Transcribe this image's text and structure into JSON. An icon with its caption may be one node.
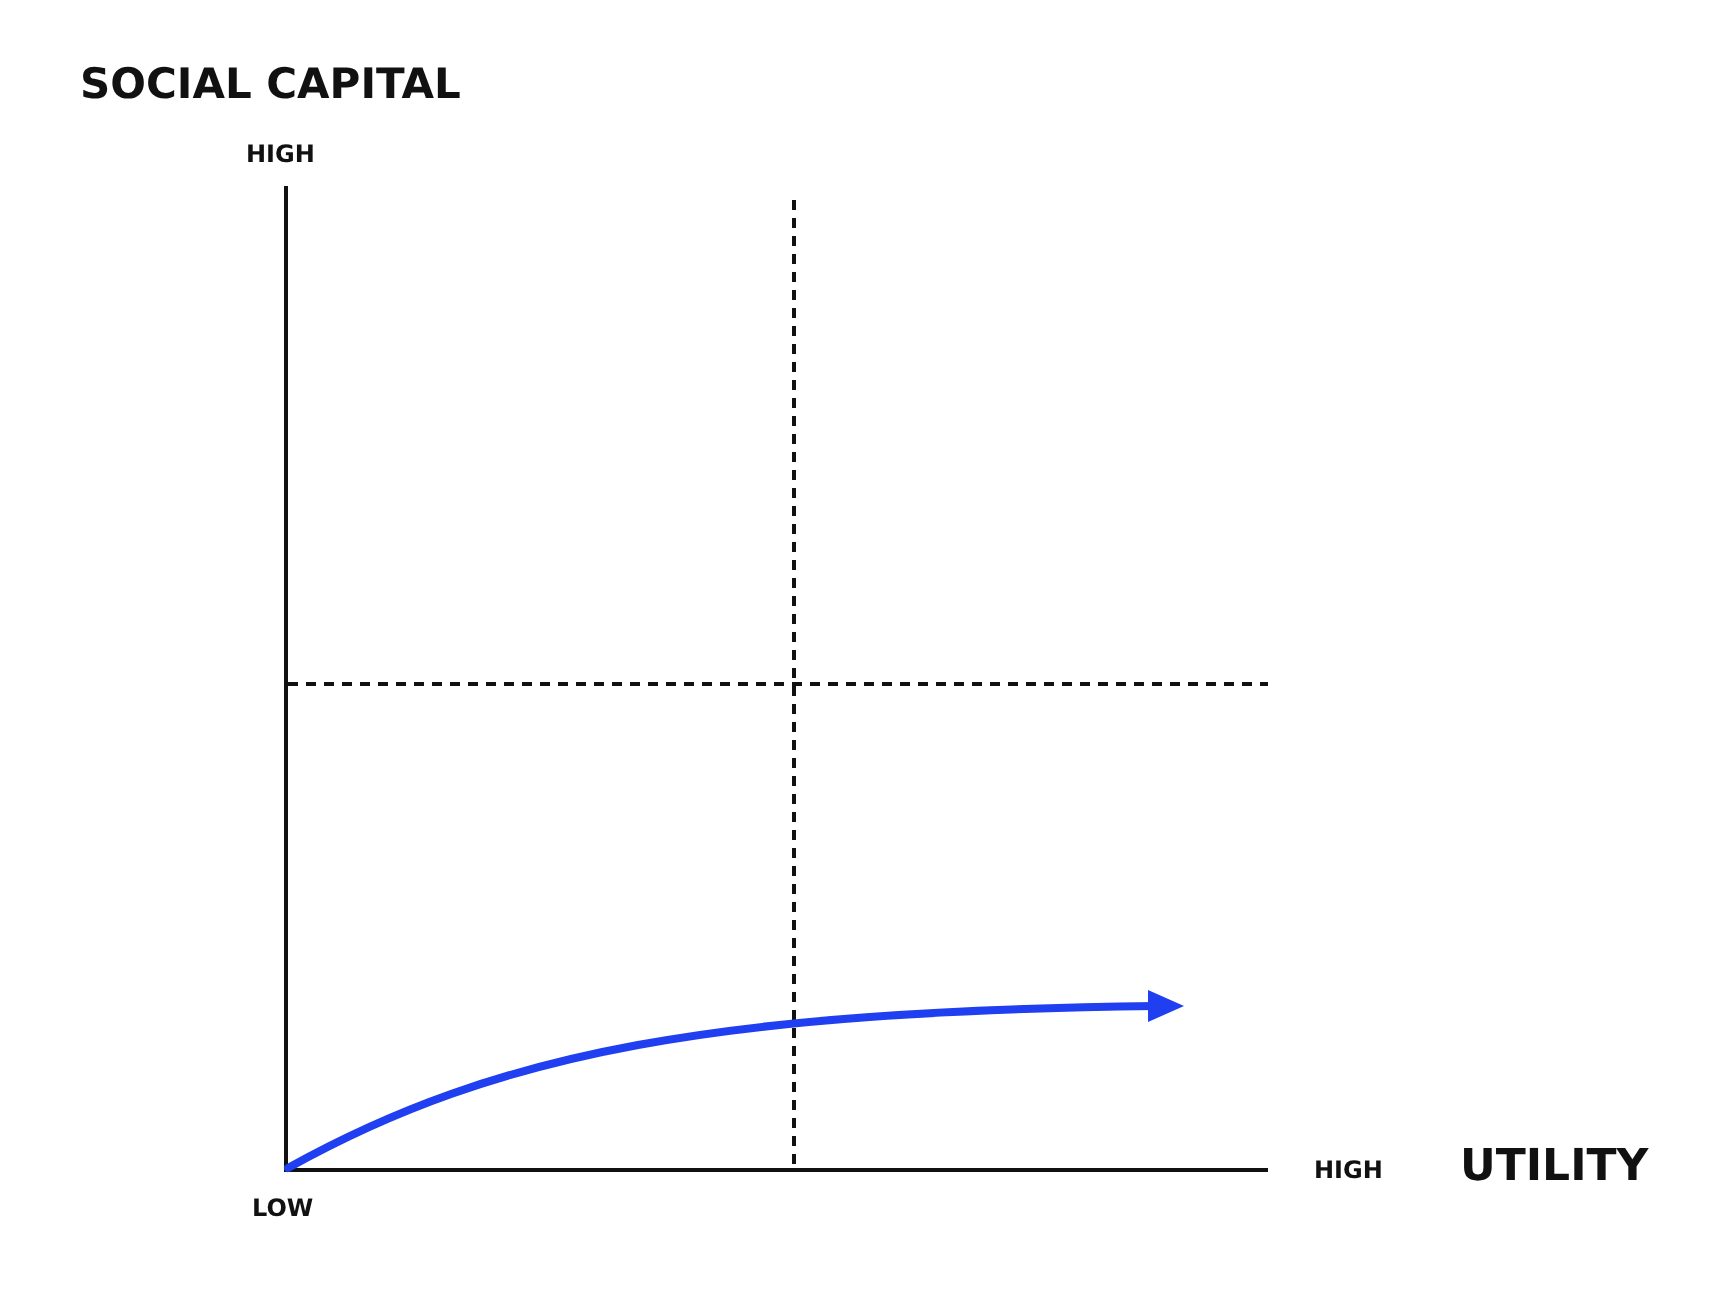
{
  "diagram": {
    "labels": [
      "SOCIAL CAPITAL",
      "HIGH",
      "HIGH",
      "UTILITY",
      "LOW"
    ]
  }
}
